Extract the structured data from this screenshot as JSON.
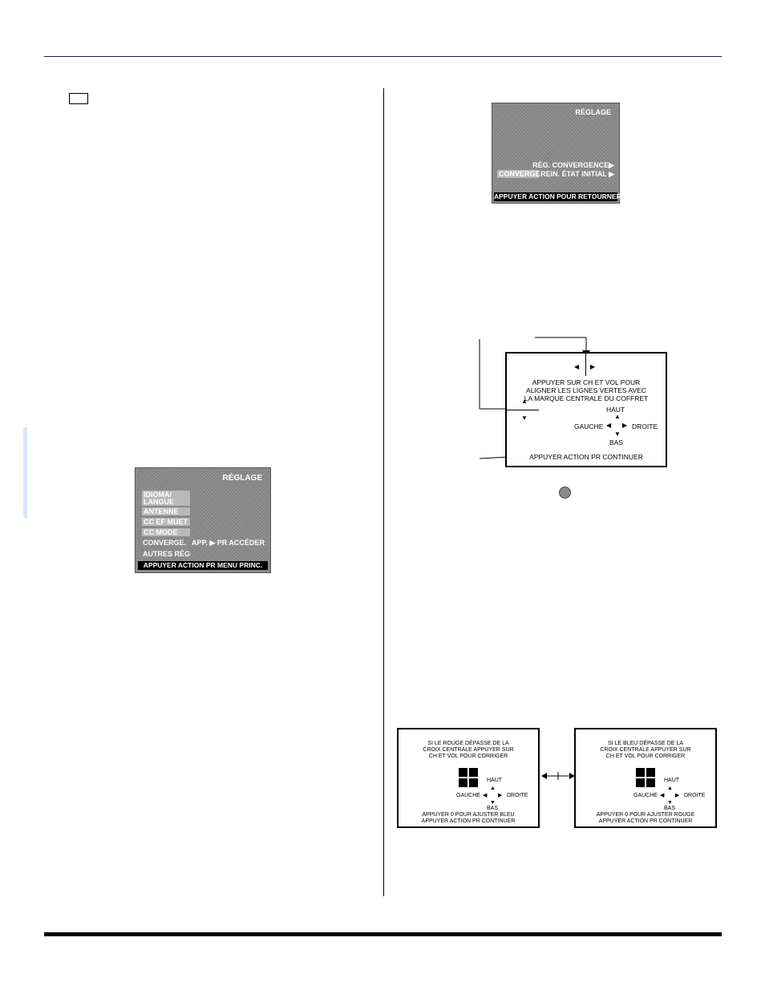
{
  "osd_main": {
    "title": "RÉGLAGE",
    "items": [
      "IDIOMA/\nLANGUE",
      "ANTENNE",
      "CC  EF MUET",
      "CC  MODE",
      "CONVERGE.",
      "AUTRES RÉG"
    ],
    "converge_hint": "APP. ▶ PR ACCÉDER",
    "footer": "APPUYER ACTION PR MENU PRINC."
  },
  "osd_convergence": {
    "title": "RÉGLAGE",
    "line1": "RÉG. CONVERGENCE▶",
    "label": "CONVERGE.",
    "line2": "REIN. ÉTAT  INITIAL ▶",
    "footer": "APPUYER ACTION POUR RETOURNER"
  },
  "test_pattern": {
    "instruction_1": "APPUYER SUR CH ET VOL POUR",
    "instruction_2": "ALIGNER LES LIGNES VERTES AVEC",
    "instruction_3": "LA MARQUE CENTRALE DU COFFRET",
    "up": "HAUT",
    "left": "GAUCHE",
    "right": "DROITE",
    "down": "BAS",
    "footer": "APPUYER ACTION PR CONTINUER"
  },
  "red_adjust": {
    "line1": "SI LE ROUGE DÉPASSE DE LA",
    "line2": "CROIX CENTRALE APPUYER SUR",
    "line3": "CH ET VOL POUR CORRIGER",
    "up": "HAUT",
    "left": "GAUCHE",
    "right": "DROITE",
    "down": "BAS",
    "footer1": "APPUYER 0 POUR AJUSTER BLEU",
    "footer2": "APPUYER ACTION PR CONTINUER"
  },
  "blue_adjust": {
    "line1": "SI LE BLEU DÉPASSE DE LA",
    "line2": "CROIX CENTRALE APPUYER SUR",
    "line3": "CH ET VOL POUR CORRIGER",
    "up": "HAUT",
    "left": "GAUCHE",
    "right": "DROITE",
    "down": "BAS",
    "footer1": "APPUYER 0 POUR AJUSTER ROUGE",
    "footer2": "APPUYER ACTION PR CONTINUER"
  },
  "colors": {
    "osd_gray": "#8a8a8a",
    "side_tab": "#d6e6fb",
    "rule": "#1a1a5a"
  }
}
